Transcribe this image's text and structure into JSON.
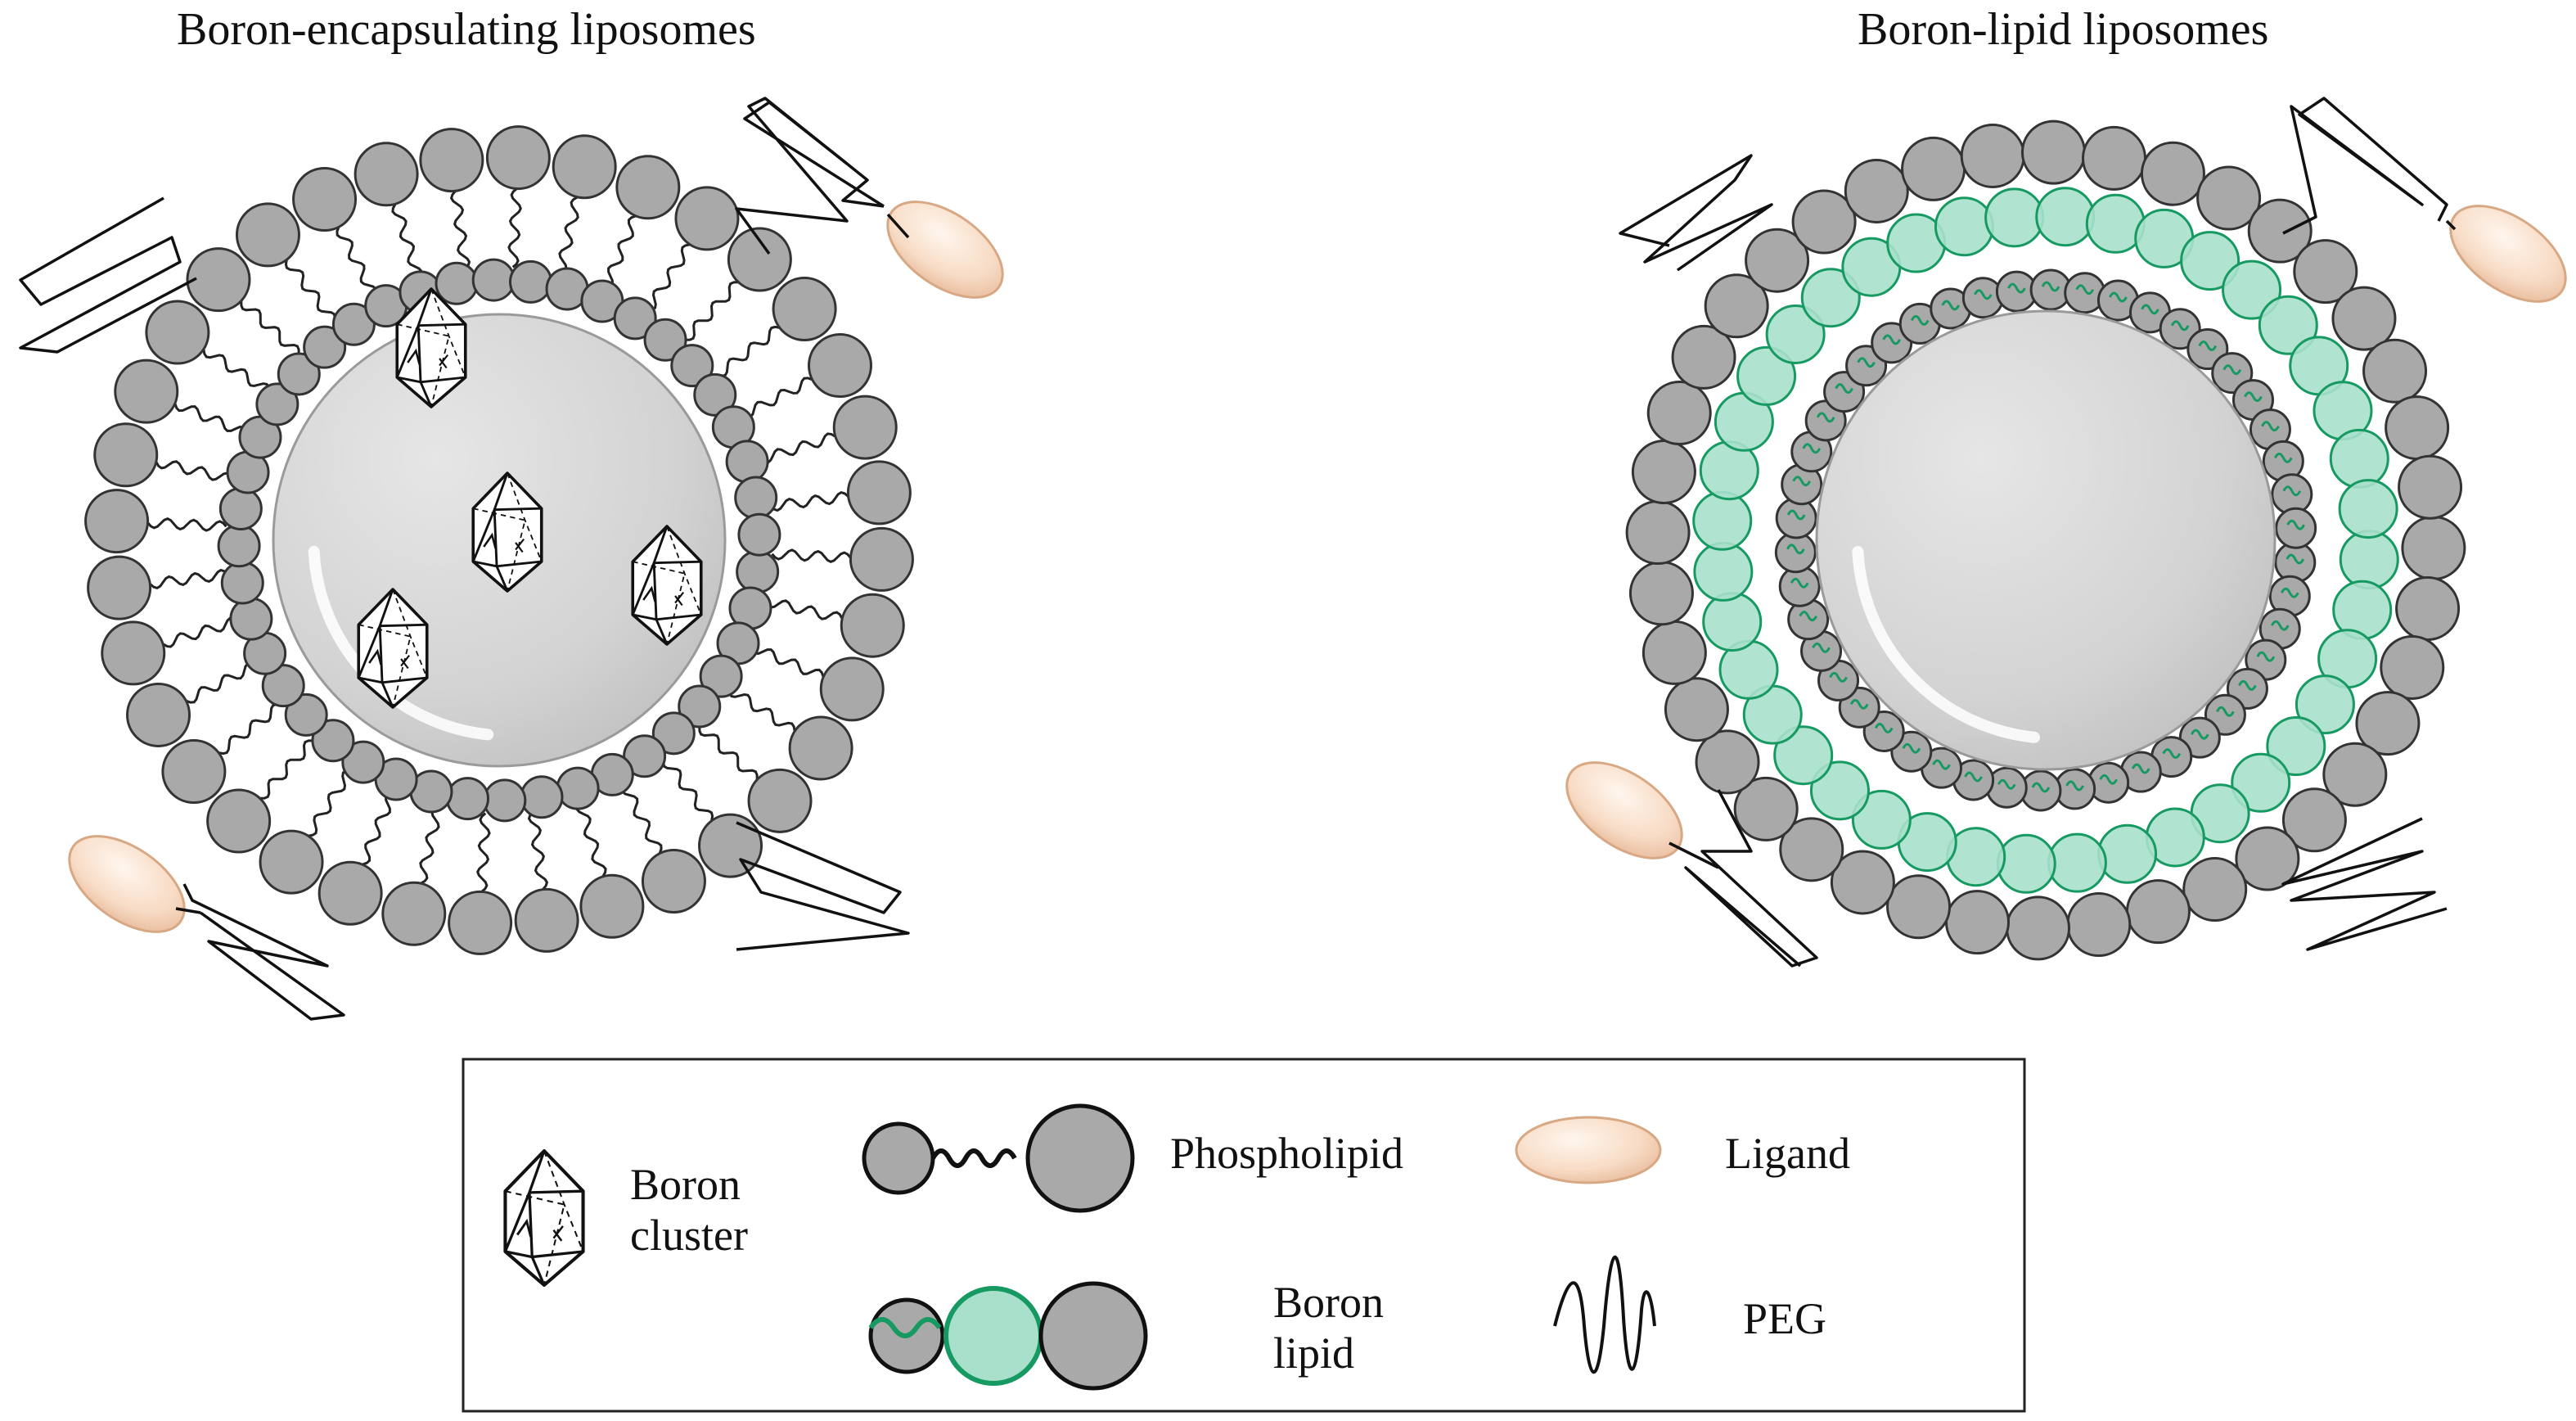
{
  "titles": {
    "left": "Boron-encapsulating liposomes",
    "right": "Boron-lipid liposomes"
  },
  "legend": {
    "boron_cluster": {
      "line1": "Boron",
      "line2": "cluster",
      "icon": "boron-cluster-icon"
    },
    "phospholipid": {
      "label": "Phospholipid",
      "icon": "phospholipid-icon"
    },
    "boron_lipid": {
      "line1": "Boron",
      "line2": "lipid",
      "icon": "boron-lipid-icon"
    },
    "ligand": {
      "label": "Ligand",
      "icon": "ligand-icon"
    },
    "peg": {
      "label": "PEG",
      "icon": "peg-icon"
    }
  },
  "colors": {
    "phospholipid_head": "#a9a9a9",
    "boron_lipid_head": "#a8e0cc",
    "boron_lipid_stroke": "#169a62",
    "core": "#d4d4d4",
    "ligand": "#f6dcc8"
  }
}
